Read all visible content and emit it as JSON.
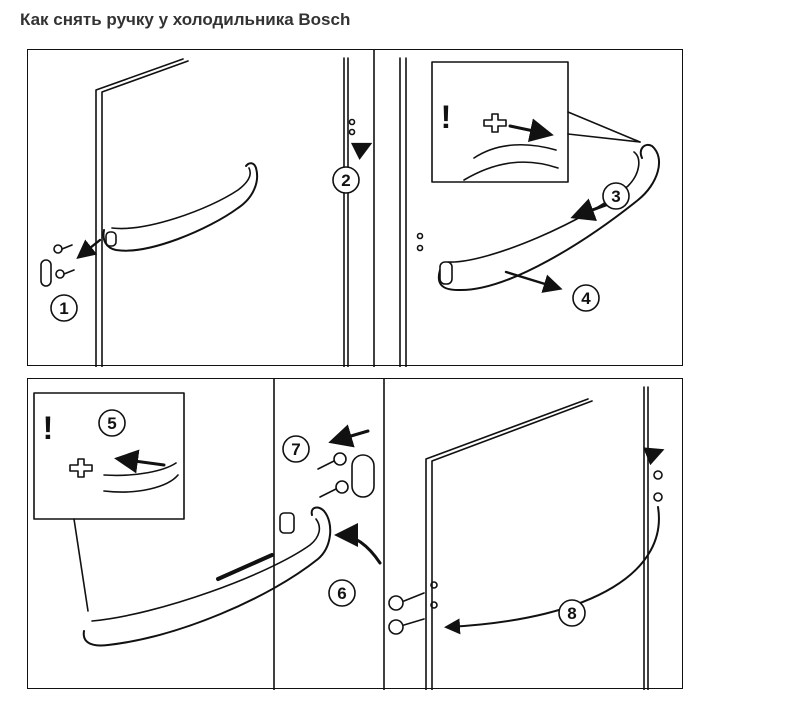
{
  "title": "Как снять ручку у холодильника Bosch",
  "warning_symbol": "!",
  "steps": [
    {
      "number": "1",
      "action": "screws-out-left-arrow"
    },
    {
      "number": "2",
      "action": "screws-out-right-arrow"
    },
    {
      "number": "3",
      "action": "slide-handle-left"
    },
    {
      "number": "4",
      "action": "pull-handle-off"
    },
    {
      "number": "5",
      "action": "press-clip"
    },
    {
      "number": "6",
      "action": "insert-handle"
    },
    {
      "number": "7",
      "action": "screws-and-cap"
    },
    {
      "number": "8",
      "action": "move-screws-to-other-side"
    }
  ],
  "colors": {
    "ink": "#111111",
    "title": "#333333",
    "background": "#ffffff"
  }
}
